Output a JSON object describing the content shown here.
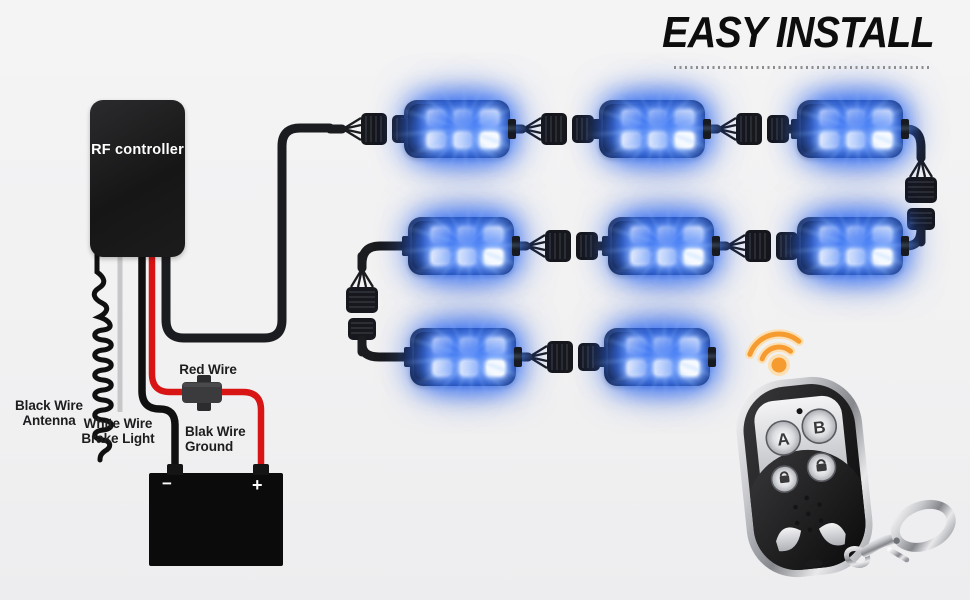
{
  "title": {
    "text": "EASY INSTALL"
  },
  "diagram": {
    "controller_label": "RF controller",
    "labels": {
      "antenna": [
        "Black Wire",
        "Antenna"
      ],
      "brake": [
        "White Wire",
        "Brake Light"
      ],
      "power": [
        "Red Wire"
      ],
      "ground": [
        "Blak Wire",
        "Ground"
      ]
    },
    "battery": {
      "negative": "−",
      "positive": "+"
    },
    "led_pods": {
      "count": 8,
      "rows": [
        3,
        3,
        2
      ],
      "leds_per_pod": 6
    },
    "colors": {
      "red_wire": "#d81414",
      "white_wire": "#c7c7c9",
      "black_wire": "#121212",
      "led_glow": "#4079ff",
      "signal": "#f59b30"
    }
  },
  "remote": {
    "button_count": 4,
    "big_buttons": [
      "A",
      "B"
    ],
    "signal_icon": "wifi-signal"
  }
}
